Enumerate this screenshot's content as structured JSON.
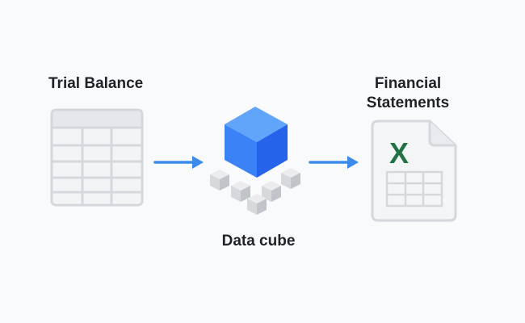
{
  "diagram": {
    "source_label": "Trial Balance",
    "middle_label": "Data cube",
    "target_label_line1": "Financial",
    "target_label_line2": "Statements",
    "excel_glyph": "X"
  },
  "icons": {
    "source": "spreadsheet-table-icon",
    "middle": "data-cube-icon",
    "target": "excel-file-icon",
    "arrows": "arrow-right-icon"
  },
  "colors": {
    "background": "#f9fafb",
    "arrow": "#3b8beb",
    "cube_front": "#3b82f6",
    "cube_top": "#60a5fa",
    "cube_side": "#2563eb",
    "grey_block": "#d1d5db",
    "excel_green": "#217346",
    "outline": "#d4d7dc"
  }
}
